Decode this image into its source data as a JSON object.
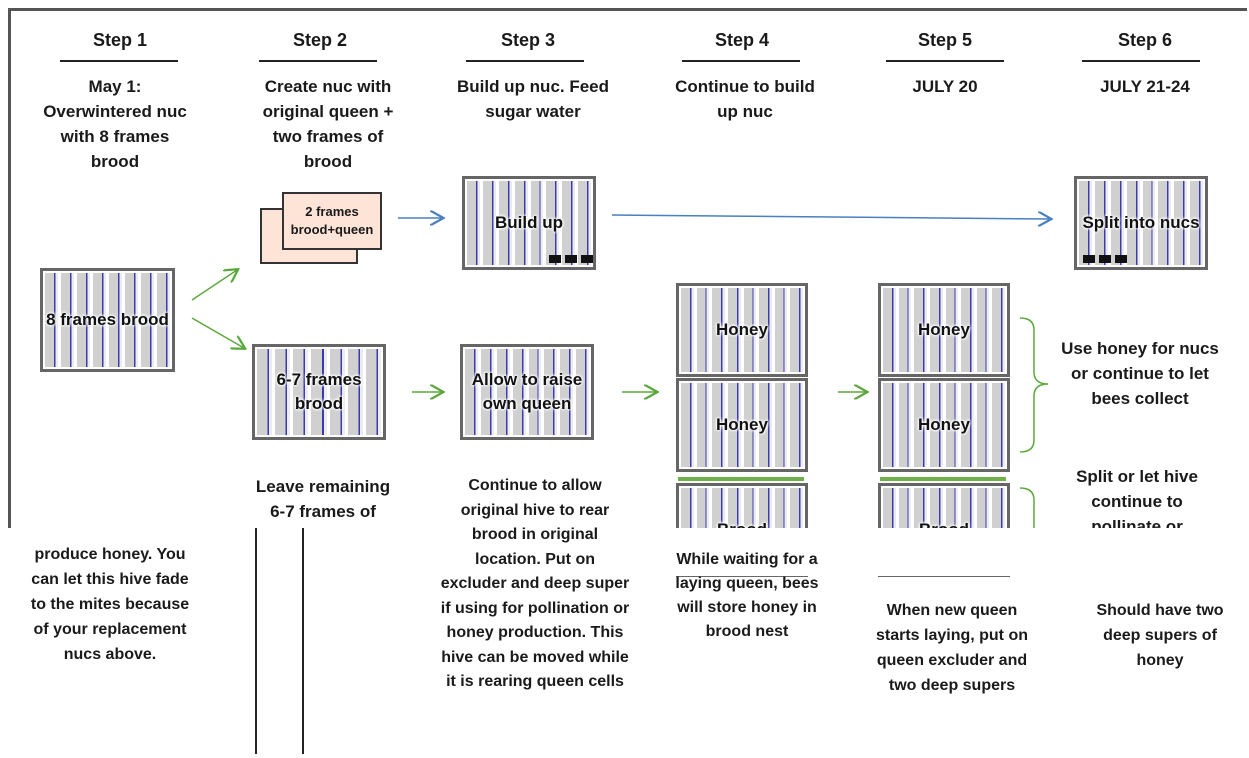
{
  "steps": [
    {
      "heading": "Step 1",
      "caption": "May 1: Overwintered nuc with 8 frames brood"
    },
    {
      "heading": "Step 2",
      "caption": "Create nuc with original queen + two frames of brood"
    },
    {
      "heading": "Step 3",
      "caption": "Build up nuc. Feed sugar water"
    },
    {
      "heading": "Step 4",
      "caption": "Continue to build up nuc"
    },
    {
      "heading": "Step 5",
      "caption": "JULY 20"
    },
    {
      "heading": "Step 6",
      "caption": "JULY 21-24"
    }
  ],
  "boxes": {
    "step1": "8 frames brood",
    "step2_nuc": "2 frames brood+queen",
    "step2_lower": "6-7 frames brood",
    "step3_upper": "Build up",
    "step3_lower": "Allow to raise own queen",
    "step4_top": "Honey",
    "step4_mid": "Honey",
    "step4_bottom": "Brood",
    "step5_top": "Honey",
    "step5_mid": "Honey",
    "step5_bottom": "Brood",
    "step6_upper": "Split into nucs"
  },
  "notes": {
    "step1_bottom": "produce honey. You can let this hive fade to the mites because of your replacement nucs above.",
    "step2_bottom": "Leave remaining 6-7 frames of",
    "step3_bottom": "Continue to allow original hive to rear brood in original location. Put on excluder and deep super if using for pollination or honey production. This hive can be moved while it is rearing queen cells",
    "step4_bottom": "While waiting for a laying queen, bees will store honey in brood nest",
    "step5_bottom": "When new queen starts laying, put on queen excluder and two deep supers",
    "step6_mid": "Use honey for nucs or continue to let bees collect",
    "step6_lower": "Split or let hive continue to pollinate or",
    "step6_bottom": "Should have two deep supers of honey"
  },
  "colors": {
    "arrow_blue": "#4a7fc0",
    "arrow_green": "#5aa83c",
    "nuc_fill": "#fde4d6",
    "frame_blue": "#3b3bb0"
  }
}
